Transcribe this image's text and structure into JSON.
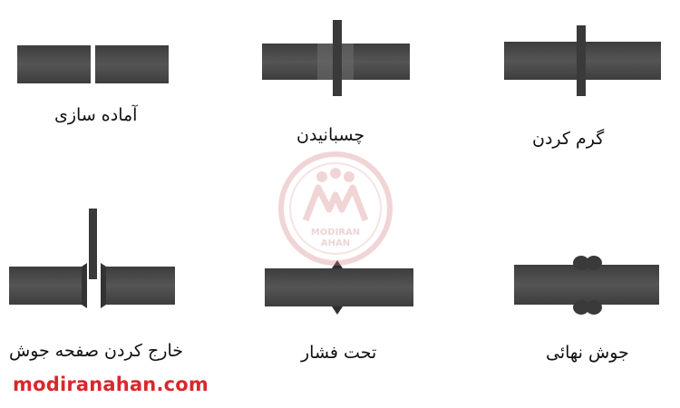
{
  "steps": [
    {
      "id": "prepare",
      "label": "آماده سازی"
    },
    {
      "id": "clamp",
      "label": "چسبانیدن"
    },
    {
      "id": "heat",
      "label": "گرم کردن"
    },
    {
      "id": "remove-plate",
      "label": "خارج کردن صفحه جوش"
    },
    {
      "id": "pressure",
      "label": "تحت فشار"
    },
    {
      "id": "final-weld",
      "label": "جوش نهائی"
    }
  ],
  "watermark": {
    "text_top": "MODIRAN",
    "text_bottom": "AHAN"
  },
  "site": {
    "url": "modiranahan.com"
  },
  "colors": {
    "bar": "#4a4a4a",
    "plate": "#3a3a3a",
    "site": "#d8282c",
    "watermark": "#d9898b"
  }
}
